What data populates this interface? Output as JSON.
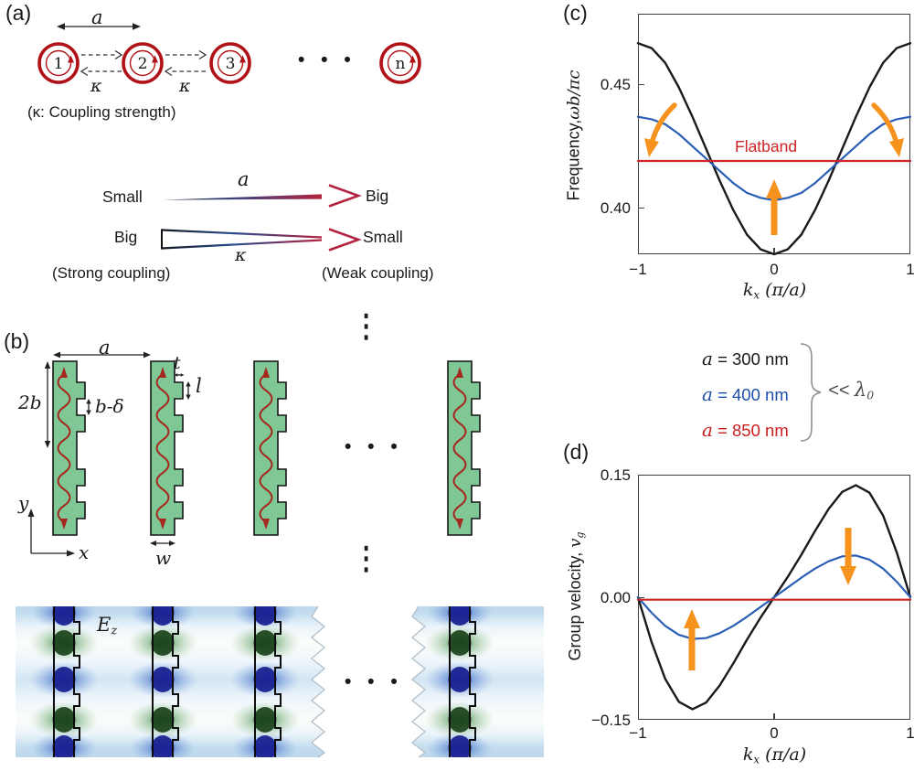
{
  "colors": {
    "background": "#ffffff",
    "text": "#1a1a1a",
    "axis": "#3f3f3f",
    "dim": "#222222",
    "curve_black": "#1a1a1a",
    "curve_blue": "#2b5fb5",
    "curve_red": "#cc2525",
    "orange": "#f6921e",
    "ring_red": "#b01217",
    "waveguide_green": "#7fc795",
    "wave_red": "#a5281f",
    "brace_gray": "#8f8f8f",
    "note_gray": "#4a4a4a",
    "tear_gray": "#b6c2cb"
  },
  "panel_a": {
    "label": "(a)",
    "rings": [
      "1",
      "2",
      "3",
      "n"
    ],
    "dots": "• • •",
    "dim_label": "a",
    "kappa": "κ",
    "caption": "(κ: Coupling strength)",
    "map_row1": {
      "left": "Small",
      "label": "a",
      "right": "Big"
    },
    "map_row2": {
      "left": "Big",
      "label": "κ",
      "right": "Small"
    },
    "caption_strong": "(Strong coupling)",
    "caption_weak": "(Weak coupling)"
  },
  "panel_b": {
    "label": "(b)",
    "dim_a": "a",
    "dim_2b": "2b",
    "dim_bdelta": "b-δ",
    "dim_t": "t",
    "dim_l": "l",
    "dim_w": "w",
    "axis_x": "x",
    "axis_y": "y",
    "field_E": "E",
    "field_sub": "z",
    "dots_h": "• • •",
    "dots_v": "⋮",
    "dots_field": "• • •"
  },
  "legend": {
    "items": [
      {
        "symbol": "a",
        "rest": " = 300 nm",
        "color": "#1a1a1a"
      },
      {
        "symbol": "a",
        "rest": " = 400 nm",
        "color": "#1f4fae"
      },
      {
        "symbol": "a",
        "rest": " = 850 nm",
        "color": "#cc1f1f"
      }
    ],
    "note_lt": "<<",
    "note_symbol": "λ",
    "note_sub": "0"
  },
  "chart_data": [
    {
      "type": "line",
      "panel": "(c)",
      "ylabel_prefix": "Frequency,",
      "ylabel_math": "ωb/πc",
      "xlabel_k": "k",
      "xlabel_sub": "x",
      "xlabel_rest": " (π/a)",
      "annotation": "Flatband",
      "grid": false,
      "legend_position": "outside-below",
      "xlim": [
        -1,
        1
      ],
      "ylim": [
        0.381,
        0.479
      ],
      "xticks": [
        -1,
        0,
        1
      ],
      "xtick_labels": [
        "−1",
        "0",
        "1"
      ],
      "ytick_values": [
        0.45,
        0.4
      ],
      "ytick_labels": [
        "0.45",
        "0.40"
      ],
      "x": [
        -1,
        -0.9,
        -0.8,
        -0.7,
        -0.6,
        -0.5,
        -0.4,
        -0.3,
        -0.2,
        -0.1,
        0,
        0.1,
        0.2,
        0.3,
        0.4,
        0.5,
        0.6,
        0.7,
        0.8,
        0.9,
        1
      ],
      "series": [
        {
          "name": "a = 300 nm",
          "color": "#1a1a1a",
          "width": 2.4,
          "values": [
            0.467,
            0.465,
            0.459,
            0.449,
            0.437,
            0.424,
            0.411,
            0.399,
            0.389,
            0.383,
            0.381,
            0.383,
            0.389,
            0.399,
            0.411,
            0.424,
            0.437,
            0.449,
            0.459,
            0.465,
            0.467
          ]
        },
        {
          "name": "a = 400 nm",
          "color": "#2b5fb5",
          "width": 2.2,
          "values": [
            0.437,
            0.436,
            0.434,
            0.43,
            0.425,
            0.42,
            0.415,
            0.41,
            0.406,
            0.404,
            0.403,
            0.404,
            0.406,
            0.41,
            0.415,
            0.42,
            0.425,
            0.43,
            0.434,
            0.436,
            0.437
          ]
        },
        {
          "name": "a = 850 nm (flatband)",
          "color": "#cc2525",
          "width": 2.2,
          "values": [
            0.419,
            0.419,
            0.419,
            0.419,
            0.419,
            0.419,
            0.419,
            0.419,
            0.419,
            0.419,
            0.419,
            0.419,
            0.419,
            0.419,
            0.419,
            0.419,
            0.419,
            0.419,
            0.419,
            0.419,
            0.419
          ]
        }
      ]
    },
    {
      "type": "line",
      "panel": "(d)",
      "ylabel_prefix": "Group velocity, ",
      "ylabel_math": "v",
      "ylabel_mathsub": "g",
      "xlabel_k": "k",
      "xlabel_sub": "x",
      "xlabel_rest": " (π/a)",
      "grid": false,
      "xlim": [
        -1,
        1
      ],
      "ylim": [
        -0.15,
        0.15
      ],
      "xticks": [
        -1,
        0,
        1
      ],
      "xtick_labels": [
        "−1",
        "0",
        "1"
      ],
      "ytick_values": [
        0.15,
        0.0,
        -0.15
      ],
      "ytick_labels": [
        "0.15",
        "0.00",
        "−0.15"
      ],
      "x": [
        -1,
        -0.9,
        -0.8,
        -0.7,
        -0.6,
        -0.5,
        -0.4,
        -0.3,
        -0.2,
        -0.1,
        0,
        0.1,
        0.2,
        0.3,
        0.4,
        0.5,
        0.6,
        0.7,
        0.8,
        0.9,
        1
      ],
      "series": [
        {
          "name": "a = 300 nm",
          "color": "#1a1a1a",
          "width": 2.4,
          "values": [
            0,
            -0.055,
            -0.1,
            -0.128,
            -0.137,
            -0.129,
            -0.108,
            -0.081,
            -0.052,
            -0.025,
            0,
            0.025,
            0.052,
            0.081,
            0.108,
            0.129,
            0.137,
            0.128,
            0.1,
            0.055,
            0
          ]
        },
        {
          "name": "a = 400 nm",
          "color": "#2b5fb5",
          "width": 2.2,
          "values": [
            0,
            -0.019,
            -0.035,
            -0.046,
            -0.051,
            -0.05,
            -0.044,
            -0.035,
            -0.024,
            -0.012,
            0,
            0.012,
            0.024,
            0.035,
            0.044,
            0.05,
            0.051,
            0.046,
            0.035,
            0.019,
            0
          ]
        },
        {
          "name": "a = 850 nm (flatband)",
          "color": "#cc2525",
          "width": 2.2,
          "values": [
            -0.003,
            -0.003,
            -0.003,
            -0.003,
            -0.003,
            -0.003,
            -0.003,
            -0.003,
            -0.003,
            -0.003,
            -0.003,
            -0.003,
            -0.003,
            -0.003,
            -0.003,
            -0.003,
            -0.003,
            -0.003,
            -0.003,
            -0.003,
            -0.003
          ]
        }
      ]
    }
  ]
}
